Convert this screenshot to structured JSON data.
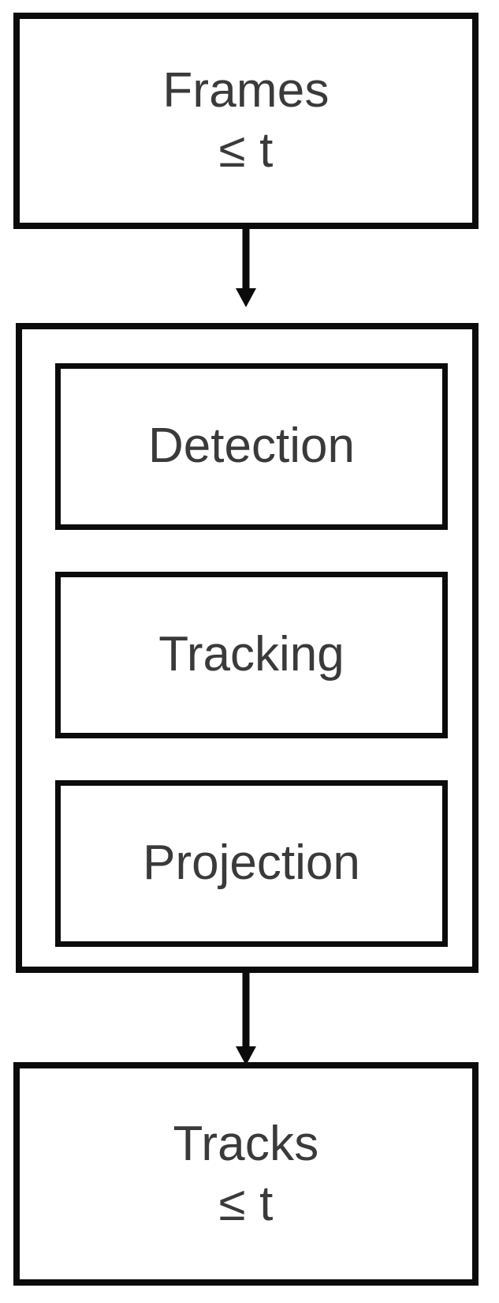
{
  "diagram": {
    "title": "Tracking pipeline flowchart",
    "orientation": "vertical-top-to-bottom",
    "colors": {
      "stroke": "#0b0b0b",
      "text": "#3a3a3a",
      "background": "#ffffff"
    },
    "input_node": {
      "name": "frames",
      "line1": "Frames",
      "line2": "≤ t"
    },
    "pipeline": {
      "name": "processing-pipeline",
      "stages": [
        {
          "id": "detection",
          "label": "Detection"
        },
        {
          "id": "tracking",
          "label": "Tracking"
        },
        {
          "id": "projection",
          "label": "Projection"
        }
      ]
    },
    "output_node": {
      "name": "tracks",
      "line1": "Tracks",
      "line2": "≤ t"
    },
    "edges": [
      {
        "id": "frames-to-pipeline",
        "from": "frames",
        "to": "processing-pipeline",
        "style": "solid-arrow-down"
      },
      {
        "id": "pipeline-to-tracks",
        "from": "processing-pipeline",
        "to": "tracks",
        "style": "solid-arrow-down"
      }
    ]
  }
}
